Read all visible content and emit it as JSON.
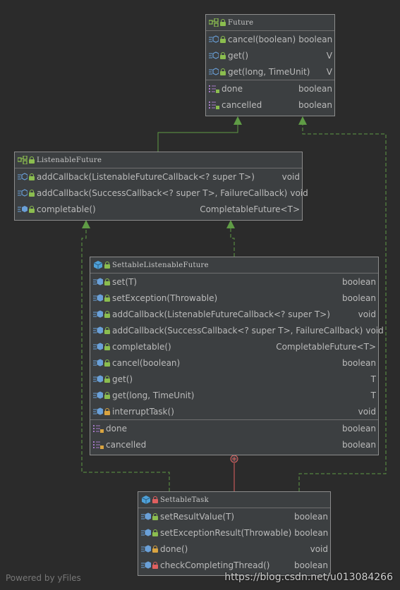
{
  "nodes": {
    "future": {
      "title": "Future",
      "members": [
        {
          "name": "cancel(boolean)",
          "type": "boolean"
        },
        {
          "name": "get()",
          "type": "V"
        },
        {
          "name": "get(long, TimeUnit)",
          "type": "V"
        }
      ],
      "fields": [
        {
          "name": "done",
          "type": "boolean"
        },
        {
          "name": "cancelled",
          "type": "boolean"
        }
      ]
    },
    "listenable": {
      "title": "ListenableFuture",
      "members": [
        {
          "name": "addCallback(ListenableFutureCallback<? super T>)",
          "type": "void"
        },
        {
          "name": "addCallback(SuccessCallback<? super T>, FailureCallback)",
          "type": "void"
        },
        {
          "name": "completable()",
          "type": "CompletableFuture<T>"
        }
      ]
    },
    "settable": {
      "title": "SettableListenableFuture",
      "members": [
        {
          "name": "set(T)",
          "type": "boolean"
        },
        {
          "name": "setException(Throwable)",
          "type": "boolean"
        },
        {
          "name": "addCallback(ListenableFutureCallback<? super T>)",
          "type": "void"
        },
        {
          "name": "addCallback(SuccessCallback<? super T>, FailureCallback)",
          "type": "void"
        },
        {
          "name": "completable()",
          "type": "CompletableFuture<T>"
        },
        {
          "name": "cancel(boolean)",
          "type": "boolean"
        },
        {
          "name": "get()",
          "type": "T"
        },
        {
          "name": "get(long, TimeUnit)",
          "type": "T"
        },
        {
          "name": "interruptTask()",
          "type": "void"
        }
      ],
      "fields": [
        {
          "name": "done",
          "type": "boolean"
        },
        {
          "name": "cancelled",
          "type": "boolean"
        }
      ]
    },
    "task": {
      "title": "SettableTask",
      "members": [
        {
          "name": "setResultValue(T)",
          "type": "boolean"
        },
        {
          "name": "setExceptionResult(Throwable)",
          "type": "boolean"
        },
        {
          "name": "done()",
          "type": "void"
        },
        {
          "name": "checkCompletingThread()",
          "type": "boolean"
        }
      ]
    }
  },
  "footer": {
    "powered_by": "Powered by yFiles",
    "watermark": "https://blog.csdn.net/u013084266"
  },
  "colors": {
    "edge_green": "#5f9b45",
    "composition_red": "#e06060"
  }
}
